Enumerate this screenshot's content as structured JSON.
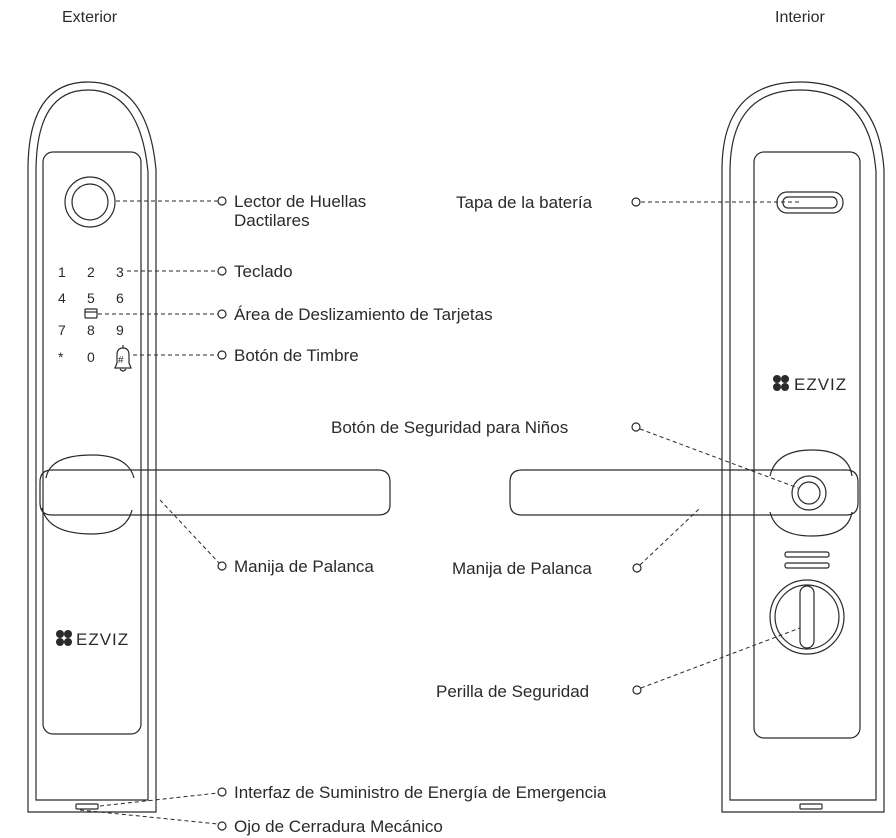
{
  "headers": {
    "exterior": "Exterior",
    "interior": "Interior"
  },
  "brand": "EZVIZ",
  "keypad": [
    "1",
    "2",
    "3",
    "4",
    "5",
    "6",
    "7",
    "8",
    "9",
    "*",
    "0",
    "#"
  ],
  "labels": {
    "fingerprint_line1": "Lector de Huellas",
    "fingerprint_line2": "Dactilares",
    "keypad": "Teclado",
    "card_area": "Área de Deslizamiento de Tarjetas",
    "doorbell": "Botón de Timbre",
    "lever_ext": "Manija de Palanca",
    "emergency_power": "Interfaz de Suministro de Energía de Emergencia",
    "mechanical_keyhole": "Ojo de Cerradura Mecánico",
    "battery_cover": "Tapa de la batería",
    "child_safety": "Botón de Seguridad para Niños",
    "lever_int": "Manija de Palanca",
    "safety_knob": "Perilla de Seguridad"
  }
}
